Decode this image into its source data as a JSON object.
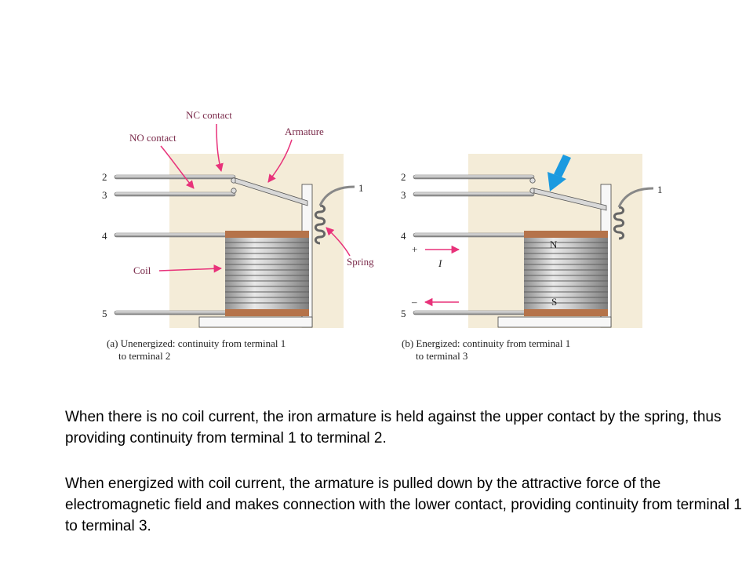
{
  "panel_a": {
    "terminals": [
      "2",
      "3",
      "4",
      "5",
      "1"
    ],
    "labels": {
      "nc_contact": "NC contact",
      "no_contact": "NO contact",
      "armature": "Armature",
      "spring": "Spring",
      "coil": "Coil"
    },
    "caption_line1": "(a) Unenergized:  continuity from terminal 1",
    "caption_line2": "to terminal 2"
  },
  "panel_b": {
    "terminals": [
      "2",
      "3",
      "4",
      "5",
      "1"
    ],
    "pole_north": "N",
    "pole_south": "S",
    "current_symbol": "I",
    "plus_sign": "+",
    "minus_sign": "–",
    "caption_line1": "(b) Energized:  continuity from terminal 1",
    "caption_line2": "to terminal 3"
  },
  "colors": {
    "background_panel": "#f4ecd8",
    "coil_copper": "#b5734a",
    "leader_pink": "#e8327a",
    "arrow_blue": "#1b9ae0",
    "metal_gray": "#9a9a9a"
  },
  "paragraphs": [
    "When there is no coil current, the iron armature is held against the upper contact by the spring, thus providing continuity from terminal 1 to terminal 2.",
    "When energized with coil current, the armature is pulled down by the attractive force of the electromagnetic field and makes connection with the lower contact, providing continuity from terminal 1 to terminal 3."
  ]
}
